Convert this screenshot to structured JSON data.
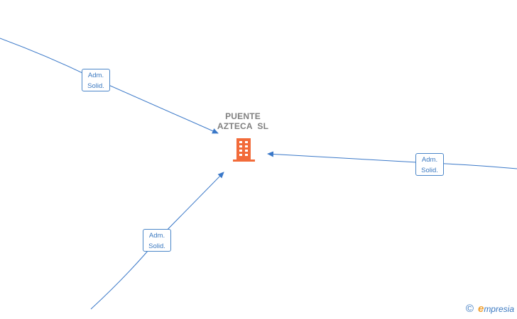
{
  "company": {
    "name_line1": "PUENTE",
    "name_line2": "AZTECA  SL",
    "icon": "building-icon",
    "icon_color": "#f26b3a"
  },
  "relations": [
    {
      "id": "top-left",
      "label_line1": "Adm.",
      "label_line2": "Solid."
    },
    {
      "id": "right",
      "label_line1": "Adm.",
      "label_line2": "Solid."
    },
    {
      "id": "bottom-left",
      "label_line1": "Adm.",
      "label_line2": "Solid."
    }
  ],
  "edge_color": "#3a78c8",
  "watermark": {
    "copyright": "©",
    "brand_initial": "e",
    "brand_rest": "mpresia"
  }
}
